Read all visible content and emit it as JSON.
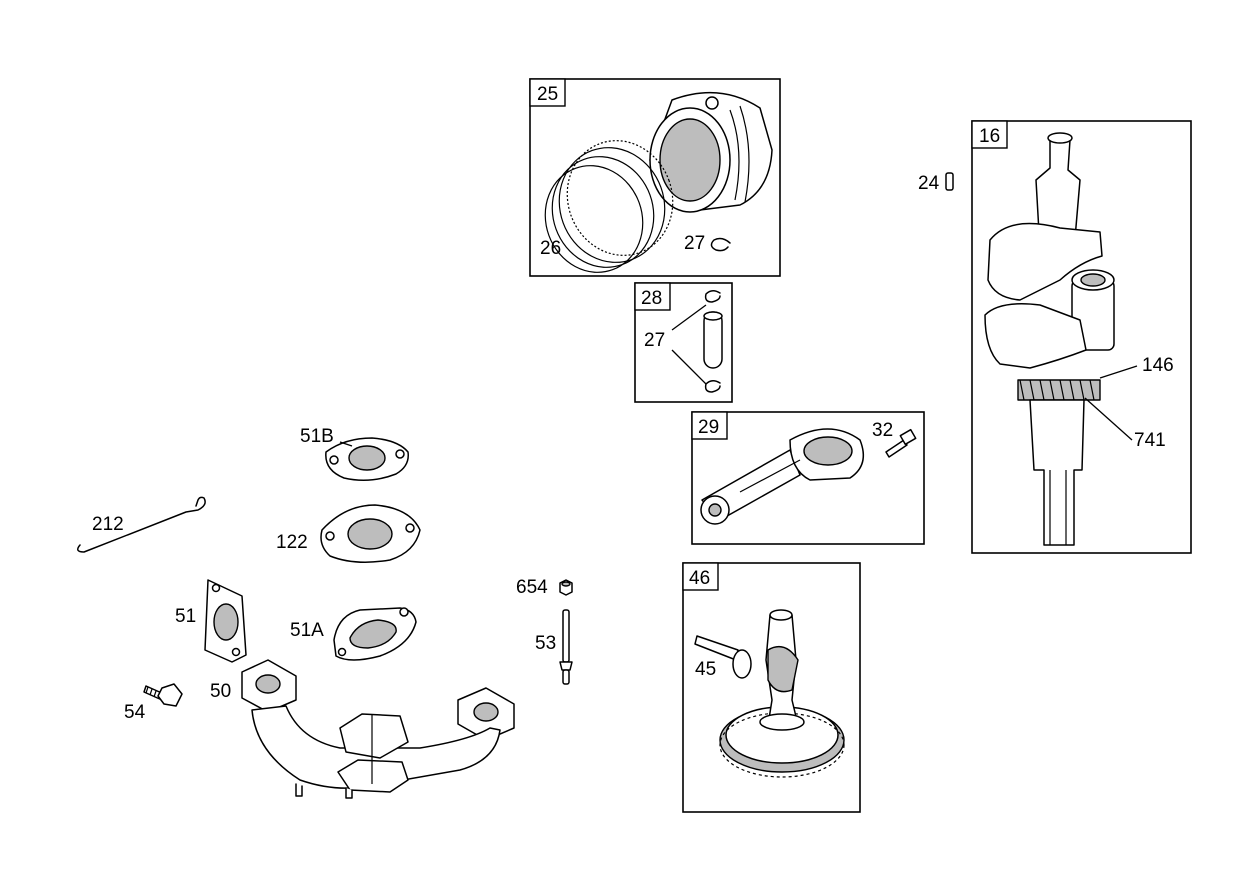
{
  "diagram": {
    "callouts": {
      "c25": "25",
      "c26": "26",
      "c27_piston": "27",
      "c28": "28",
      "c27_pin": "27",
      "c29": "29",
      "c32": "32",
      "c16": "16",
      "c24": "24",
      "c146": "146",
      "c741": "741",
      "c46": "46",
      "c45": "45",
      "c51B": "51B",
      "c122": "122",
      "c212": "212",
      "c51": "51",
      "c51A": "51A",
      "c654": "654",
      "c53": "53",
      "c50": "50",
      "c54": "54"
    }
  }
}
